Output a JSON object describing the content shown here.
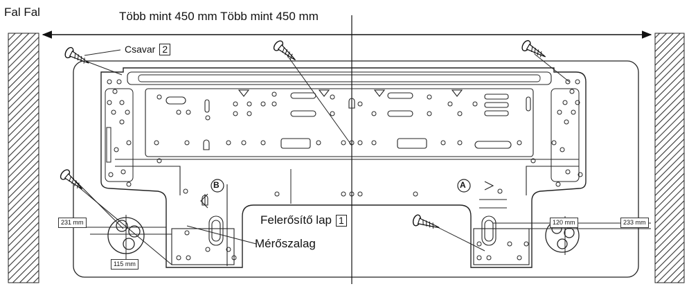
{
  "header": {
    "wall_label": "Fal Fal",
    "distance_label": "Több mint 450 mm Több mint 450 mm"
  },
  "callouts": {
    "screw": {
      "text": "Csavar",
      "number": "2"
    },
    "plate": {
      "text": "Felerősítő lap",
      "number": "1"
    },
    "tape": {
      "text": "Mérőszalag"
    },
    "marker_a": "A",
    "marker_b": "B"
  },
  "dimensions": {
    "left_pipe_offset": "231 mm",
    "left_pipe_height": "115 mm",
    "right_pipe_height": "120 mm",
    "right_pipe_offset": "233 mm"
  },
  "colors": {
    "line": "#222222",
    "hatch": "#333333",
    "background": "#ffffff"
  }
}
